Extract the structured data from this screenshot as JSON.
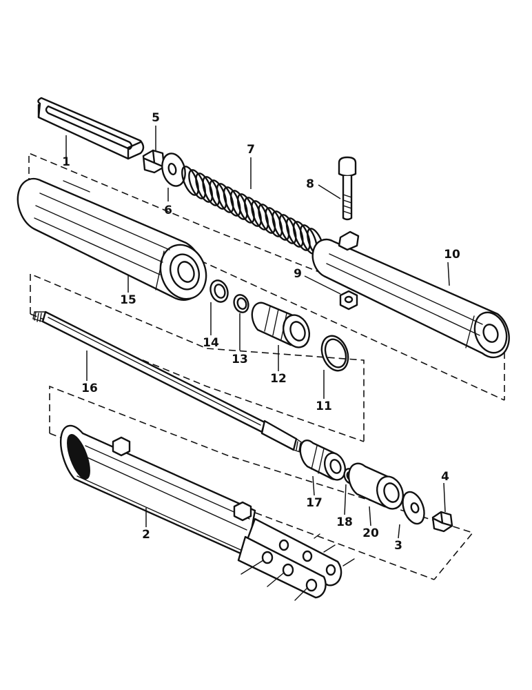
{
  "parts": [
    {
      "key": "p1",
      "label": "1"
    },
    {
      "key": "p2",
      "label": "2"
    },
    {
      "key": "p3",
      "label": "3"
    },
    {
      "key": "p4",
      "label": "4"
    },
    {
      "key": "p5",
      "label": "5"
    },
    {
      "key": "p6",
      "label": "6"
    },
    {
      "key": "p7",
      "label": "7"
    },
    {
      "key": "p8",
      "label": "8"
    },
    {
      "key": "p9",
      "label": "9"
    },
    {
      "key": "p10",
      "label": "10"
    },
    {
      "key": "p11",
      "label": "11"
    },
    {
      "key": "p12",
      "label": "12"
    },
    {
      "key": "p13",
      "label": "13"
    },
    {
      "key": "p14",
      "label": "14"
    },
    {
      "key": "p15",
      "label": "15"
    },
    {
      "key": "p16",
      "label": "16"
    },
    {
      "key": "p17",
      "label": "17"
    },
    {
      "key": "p18",
      "label": "18"
    },
    {
      "key": "p20",
      "label": "20"
    }
  ],
  "colors": {
    "ink": "#111111",
    "paper": "#ffffff"
  }
}
